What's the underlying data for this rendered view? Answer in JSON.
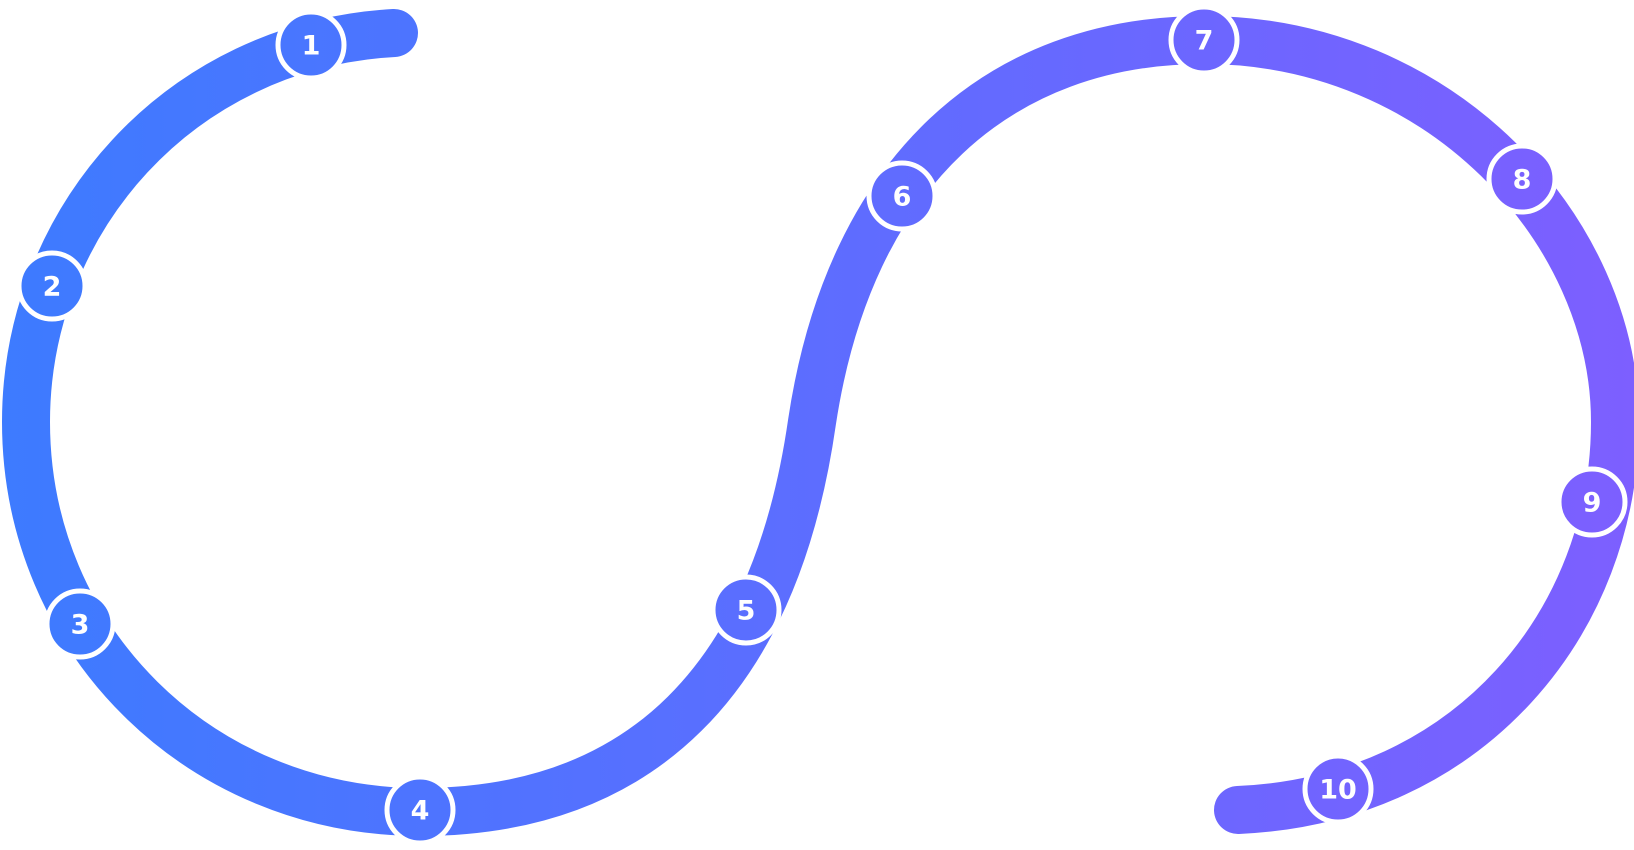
{
  "colors": {
    "start": "#3d7bff",
    "end": "#7d5fff",
    "marker_border": "#ffffff"
  },
  "steps": [
    {
      "label": "1"
    },
    {
      "label": "2"
    },
    {
      "label": "3"
    },
    {
      "label": "4"
    },
    {
      "label": "5"
    },
    {
      "label": "6"
    },
    {
      "label": "7"
    },
    {
      "label": "8"
    },
    {
      "label": "9"
    },
    {
      "label": "10"
    }
  ]
}
